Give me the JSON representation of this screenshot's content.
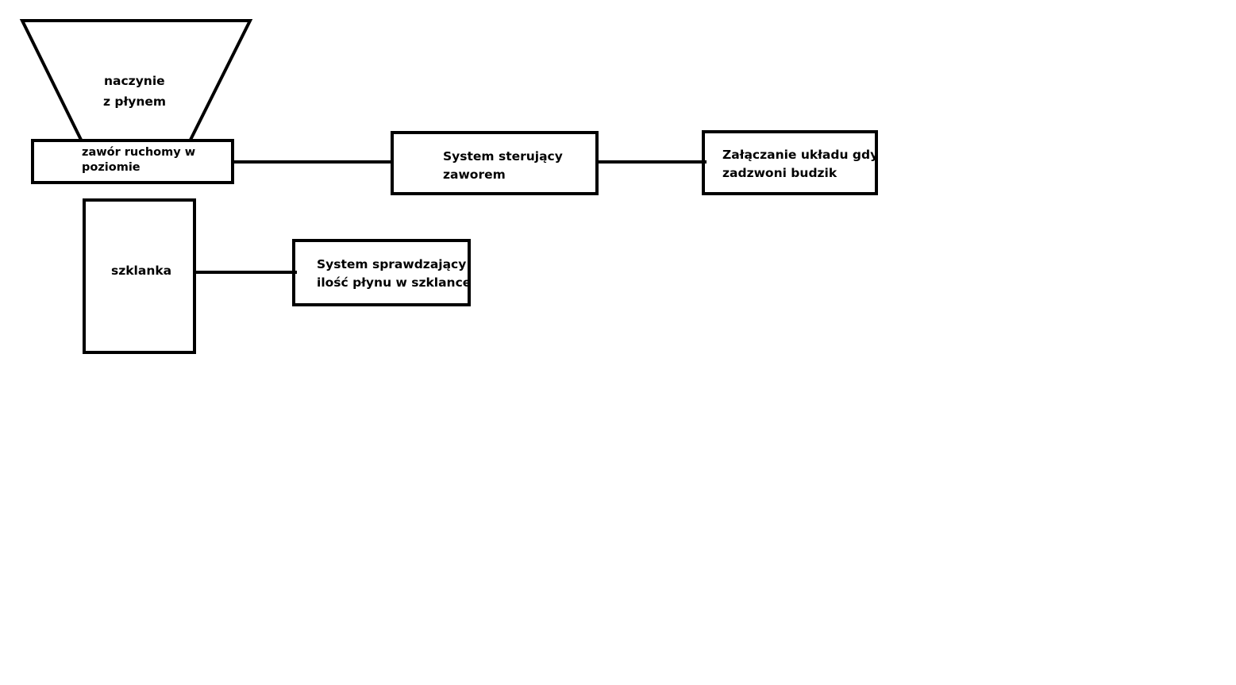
{
  "diagram": {
    "colors": {
      "stroke": "#000000",
      "background": "#ffffff",
      "text": "#000000"
    },
    "nodes": {
      "vessel": {
        "lines": [
          "naczynie",
          "z płynem"
        ]
      },
      "valve": {
        "lines": [
          "zawór ruchomy w",
          "poziomie"
        ]
      },
      "control_system": {
        "lines": [
          "System sterujący",
          "zaworem"
        ]
      },
      "alarm_trigger": {
        "lines": [
          "Załączanie układu gdy",
          "zadzwoni budzik"
        ]
      },
      "glass": {
        "lines": [
          "szklanka"
        ]
      },
      "level_checker": {
        "lines": [
          "System sprawdzający",
          "ilość płynu w szklance"
        ]
      }
    },
    "edges": [
      {
        "from": "valve",
        "to": "control_system"
      },
      {
        "from": "control_system",
        "to": "alarm_trigger"
      },
      {
        "from": "glass",
        "to": "level_checker"
      }
    ]
  }
}
